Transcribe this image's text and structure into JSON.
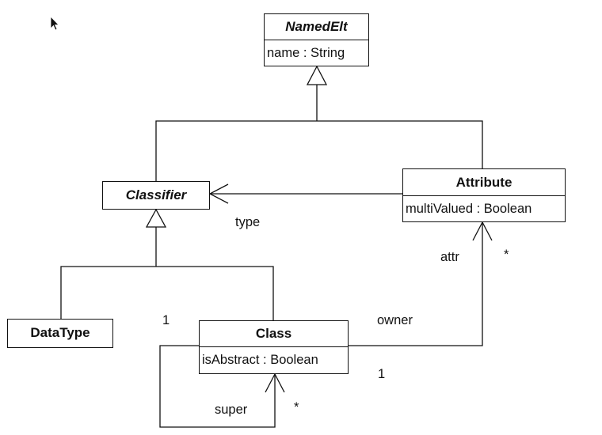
{
  "classes": {
    "namedelt": {
      "name": "NamedElt",
      "attribute": "name : String"
    },
    "classifier": {
      "name": "Classifier"
    },
    "attribute": {
      "name": "Attribute",
      "attribute": "multiValued : Boolean"
    },
    "datatype": {
      "name": "DataType"
    },
    "class": {
      "name": "Class",
      "attribute": "isAbstract : Boolean"
    }
  },
  "labels": {
    "type": "type",
    "attr": "attr",
    "attr_multiplicity": "*",
    "owner": "owner",
    "owner_multiplicity_class": "1",
    "owner_multiplicity_attr": "1",
    "super": "super",
    "super_multiplicity": "*"
  },
  "icons": {
    "cursor": "mouse-pointer-icon"
  },
  "colors": {
    "line": "#111111",
    "background": "#ffffff"
  }
}
